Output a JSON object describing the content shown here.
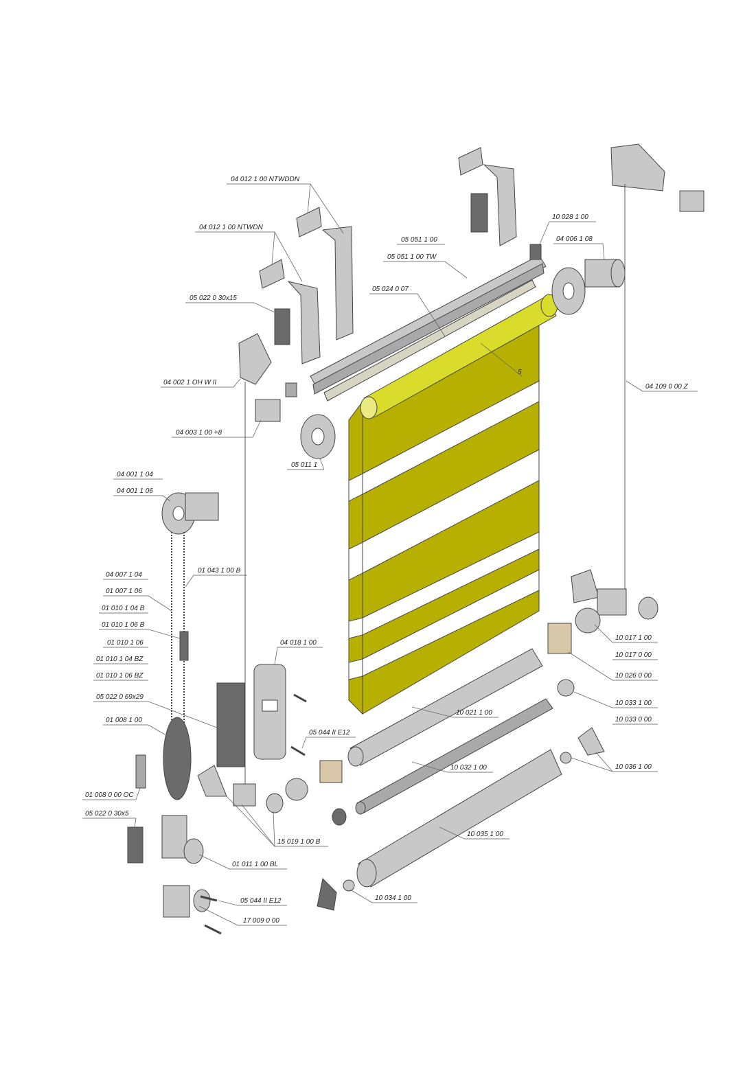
{
  "labels": {
    "l1": "04 012 1 00 NTWDDN",
    "l2": "04 012 1 00 NTWDN",
    "l3": "05 022 0 30x15",
    "l4": "04 002 1 OH W II",
    "l5": "04 003 1 00 +8",
    "l6": "05 011 1",
    "l7": "04 001 1 04",
    "l8": "04 001 1 06",
    "l9": "01 043 1 00 B",
    "l10": "04 007 1 04",
    "l11": "01 007 1 06",
    "l12": "01 010 1 04 B",
    "l13": "01 010 1 06 B",
    "l14": "01 010 1 06",
    "l15": "01 010 1 04 BZ",
    "l16": "01 010 1 06 BZ",
    "l17": "05 022 0 69x29",
    "l18": "01 008 1 00",
    "l19": "01 008 0 00 OC",
    "l20": "05 022 0 30x5",
    "l21": "04 018 1 00",
    "l22": "05 044 II E12",
    "l23": "15 019 1 00 B",
    "l24": "01 011 1 00 BL",
    "l25": "05 044 II E12",
    "l26": "17 009 0 00",
    "l27": "05 051 1 00",
    "l28": "05 051 1 00 TW",
    "l29": "05 024 0 07",
    "l30": "5",
    "l31": "10 028 1 00",
    "l32": "04 006 1 08",
    "l33": "04 109 0 00 Z",
    "l34": "10 017 1 00",
    "l35": "10 017 0 00",
    "l36": "10 026 0 00",
    "l37": "10 021 1 00",
    "l38": "10 033 1 00",
    "l39": "10 033 0 00",
    "l40": "10 032 1 00",
    "l41": "10 036 1 00",
    "l42": "10 035 1 00",
    "l43": "10 034 1 00"
  },
  "colors": {
    "fabric": "#b7b000",
    "fabric_light": "#d9dc2a",
    "metal": "#c8c8c8",
    "text": "#222222"
  }
}
